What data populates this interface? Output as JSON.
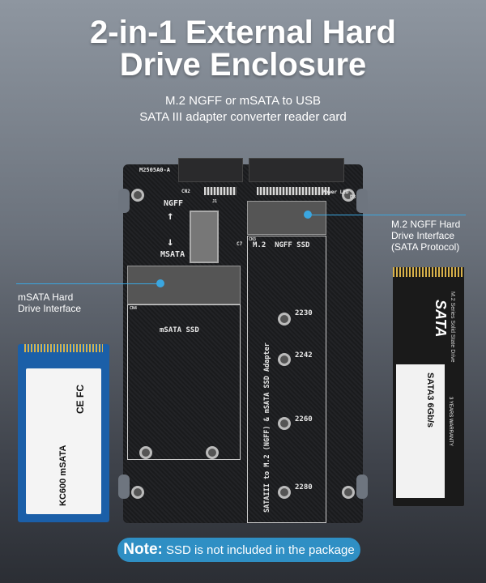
{
  "title": {
    "line1": "2-in-1 External Hard",
    "line2": "Drive Enclosure"
  },
  "subtitle": {
    "line1": "M.2 NGFF or mSATA to USB",
    "line2": "SATA III adapter converter reader card"
  },
  "callouts": {
    "ngff": {
      "line1": "M.2 NGFF Hard",
      "line2": "Drive Interface",
      "line3": "(SATA Protocol)"
    },
    "msata": {
      "line1": "mSATA Hard",
      "line2": "Drive Interface"
    }
  },
  "board": {
    "model": "M2505A0-A",
    "cn2": "CN2",
    "cn3": "CN3",
    "cn4": "CN4",
    "j1": "J1",
    "c7": "C7",
    "power_led": "Power LED",
    "d3": "D3",
    "ngff": "NGFF",
    "msata": "MSATA",
    "arrow_up": "↑",
    "arrow_down": "↓",
    "ngff_slot": "M.2  NGFF SSD",
    "msata_slot": "mSATA SSD",
    "sizes": [
      "2230",
      "2242",
      "2260",
      "2280"
    ],
    "vertical_text": "SATAIII to M.2 (NGFF) & mSATA SSD Adapter"
  },
  "ssd_left": {
    "model": "KC600 mSATA",
    "marks": "CE FC"
  },
  "ssd_right": {
    "brand": "SATA",
    "series": "M.2 Series Solid State Drive",
    "spec": "SATA3 6Gb/s",
    "warranty": "3 YEARS WARRANTY"
  },
  "note": {
    "label": "Note:",
    "text": " SSD is not included in the package"
  },
  "colors": {
    "accent": "#2f8fc4",
    "callout_line": "#3aa6e0"
  }
}
